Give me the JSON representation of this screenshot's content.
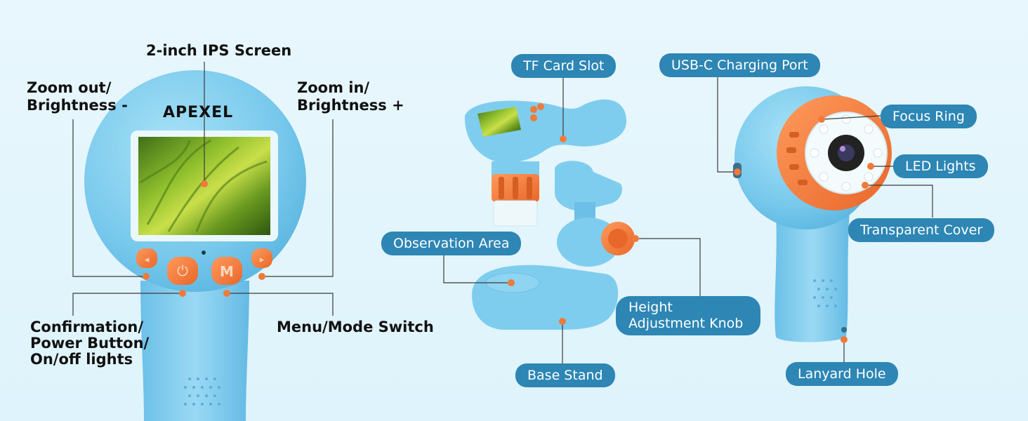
{
  "brand": "APEXEL",
  "left_labels": {
    "screen": "2-inch IPS Screen",
    "zoom_out": "Zoom out/\nBrightness -",
    "zoom_in": "Zoom in/\nBrightness +",
    "confirmation": "Confirmation/\nPower Button/\nOn/off lights",
    "menu": "Menu/Mode Switch"
  },
  "callouts": {
    "tf_card": "TF Card Slot",
    "usb_c": "USB-C Charging Port",
    "focus_ring": "Focus Ring",
    "led_lights": "LED Lights",
    "transparent_cover": "Transparent Cover",
    "observation_area": "Observation Area",
    "height_knob": "Height Adjustment Knob",
    "base_stand": "Base Stand",
    "lanyard_hole": "Lanyard Hole"
  },
  "colors": {
    "body_blue": "#7fcdee",
    "accent_orange": "#f07a3a",
    "callout_blue": "#2d86b4",
    "background": "#e6f6fc"
  }
}
